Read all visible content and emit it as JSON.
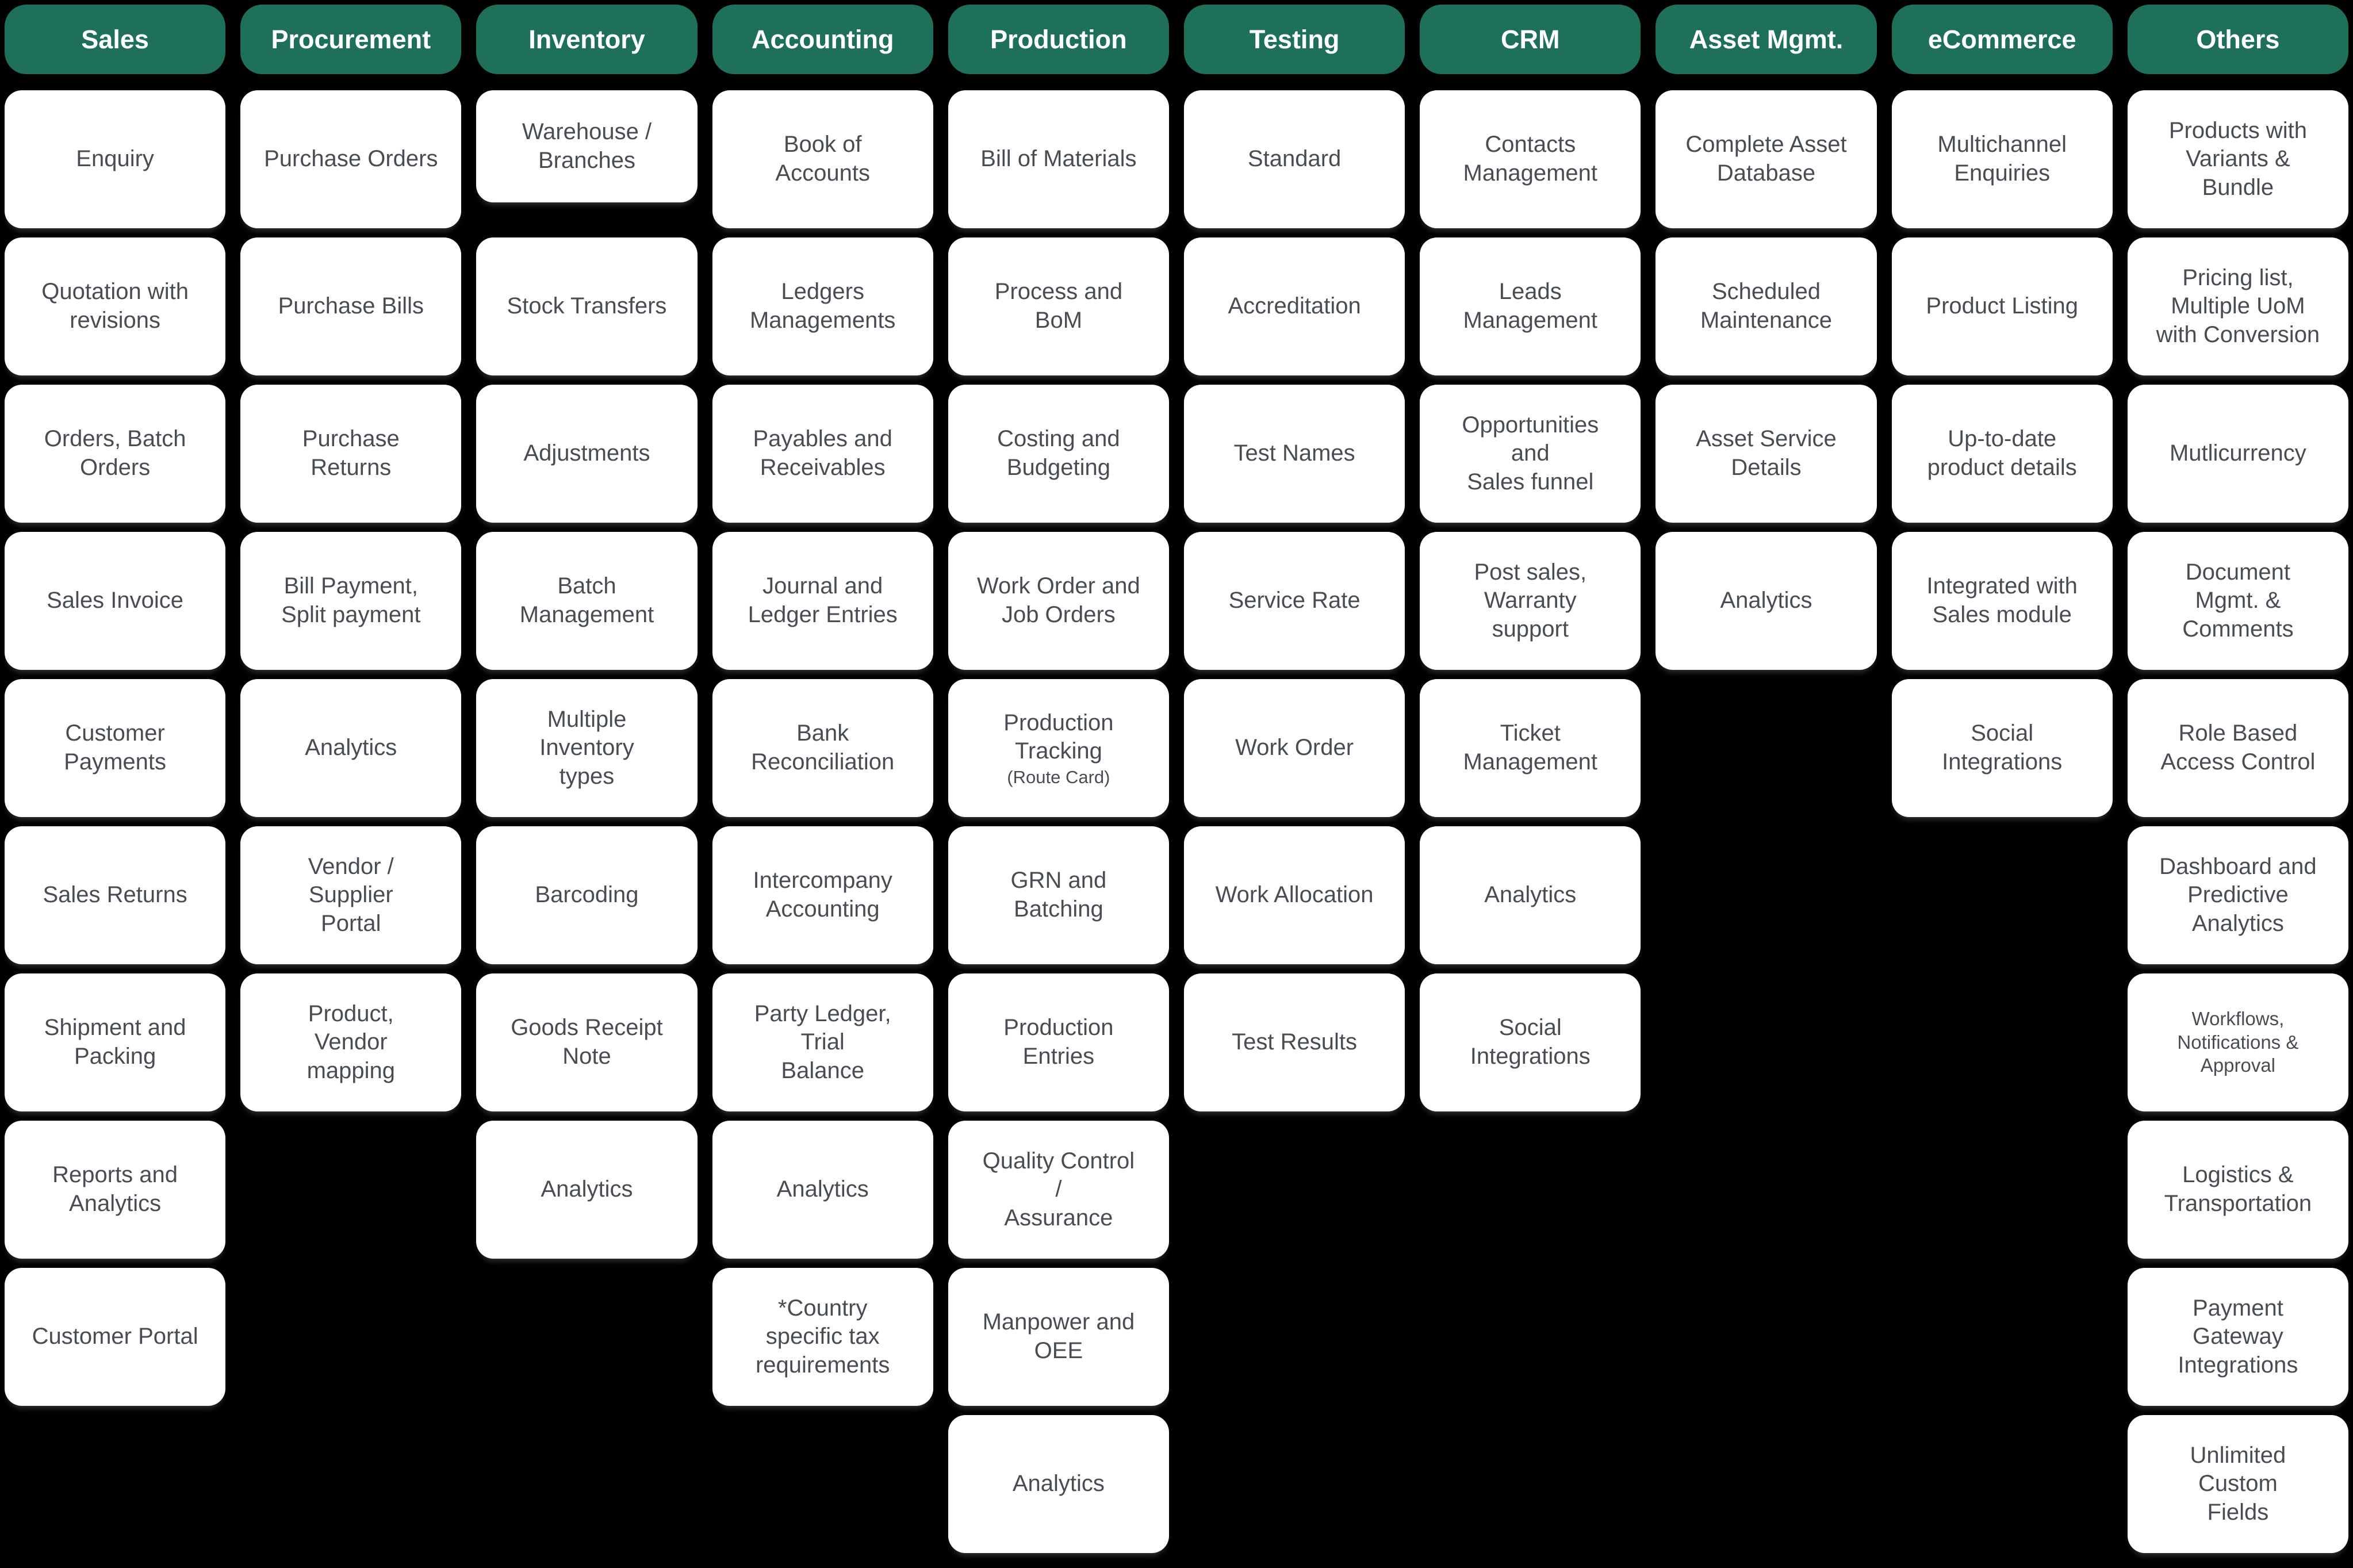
{
  "page": {
    "background_color": "#000000"
  },
  "board": {
    "header_bg_color": "#1e705a",
    "header_text_color": "#ffffff",
    "card_bg_color": "#ffffff",
    "card_text_color": "#484d53",
    "columns": [
      {
        "title": "Sales",
        "items": [
          {
            "label": "Enquiry"
          },
          {
            "label": "Quotation with\nrevisions"
          },
          {
            "label": "Orders, Batch\nOrders"
          },
          {
            "label": "Sales Invoice"
          },
          {
            "label": "Customer\nPayments"
          },
          {
            "label": "Sales Returns"
          },
          {
            "label": "Shipment and\nPacking"
          },
          {
            "label": "Reports and\nAnalytics"
          },
          {
            "label": "Customer Portal"
          }
        ]
      },
      {
        "title": "Procurement",
        "items": [
          {
            "label": "Purchase Orders"
          },
          {
            "label": "Purchase Bills"
          },
          {
            "label": "Purchase\nReturns"
          },
          {
            "label": "Bill Payment,\nSplit payment"
          },
          {
            "label": "Analytics"
          },
          {
            "label": "Vendor /\nSupplier\nPortal"
          },
          {
            "label": "Product,\nVendor\nmapping"
          }
        ]
      },
      {
        "title": "Inventory",
        "items": [
          {
            "label": "Warehouse /\nBranches"
          },
          {
            "label": "Stock Transfers"
          },
          {
            "label": "Adjustments"
          },
          {
            "label": "Batch\nManagement"
          },
          {
            "label": "Multiple\nInventory\ntypes"
          },
          {
            "label": "Barcoding"
          },
          {
            "label": "Goods Receipt\nNote"
          },
          {
            "label": "Analytics"
          }
        ]
      },
      {
        "title": "Accounting",
        "items": [
          {
            "label": "Book of\nAccounts"
          },
          {
            "label": "Ledgers\nManagements"
          },
          {
            "label": "Payables and\nReceivables"
          },
          {
            "label": "Journal and\nLedger Entries"
          },
          {
            "label": "Bank\nReconciliation"
          },
          {
            "label": "Intercompany\nAccounting"
          },
          {
            "label": "Party Ledger,\nTrial\nBalance"
          },
          {
            "label": "Analytics"
          },
          {
            "label": "*Country\nspecific tax\nrequirements"
          }
        ]
      },
      {
        "title": "Production",
        "items": [
          {
            "label": "Bill of Materials"
          },
          {
            "label": "Process and\nBoM"
          },
          {
            "label": "Costing and\nBudgeting"
          },
          {
            "label": "Work Order and\nJob Orders"
          },
          {
            "label": "Production\nTracking",
            "sublabel": "(Route Card)"
          },
          {
            "label": "GRN and\nBatching"
          },
          {
            "label": "Production\nEntries"
          },
          {
            "label": "Quality Control\n/\nAssurance"
          },
          {
            "label": "Manpower and\nOEE"
          },
          {
            "label": "Analytics"
          }
        ]
      },
      {
        "title": "Testing",
        "items": [
          {
            "label": "Standard"
          },
          {
            "label": "Accreditation"
          },
          {
            "label": "Test Names"
          },
          {
            "label": "Service Rate"
          },
          {
            "label": "Work Order"
          },
          {
            "label": "Work Allocation"
          },
          {
            "label": "Test Results"
          }
        ]
      },
      {
        "title": "CRM",
        "items": [
          {
            "label": "Contacts\nManagement"
          },
          {
            "label": "Leads\nManagement"
          },
          {
            "label": "Opportunities\nand\nSales funnel"
          },
          {
            "label": "Post sales,\nWarranty\nsupport"
          },
          {
            "label": "Ticket\nManagement"
          },
          {
            "label": "Analytics"
          },
          {
            "label": "Social\nIntegrations"
          }
        ]
      },
      {
        "title": "Asset Mgmt.",
        "items": [
          {
            "label": "Complete Asset\nDatabase"
          },
          {
            "label": "Scheduled\nMaintenance"
          },
          {
            "label": "Asset Service\nDetails"
          },
          {
            "label": "Analytics"
          }
        ]
      },
      {
        "title": "eCommerce",
        "items": [
          {
            "label": "Multichannel\nEnquiries"
          },
          {
            "label": "Product Listing"
          },
          {
            "label": "Up-to-date\nproduct details"
          },
          {
            "label": "Integrated with\nSales module"
          },
          {
            "label": "Social\nIntegrations"
          }
        ]
      },
      {
        "title": "Others",
        "items": [
          {
            "label": "Products with\nVariants &\nBundle"
          },
          {
            "label": "Pricing list,\nMultiple UoM\nwith Conversion"
          },
          {
            "label": "Mutlicurrency"
          },
          {
            "label": "Document\nMgmt. &\nComments"
          },
          {
            "label": "Role Based\nAccess Control"
          },
          {
            "label": "Dashboard and\nPredictive\nAnalytics"
          },
          {
            "label": "Workflows,\nNotifications &\nApproval"
          },
          {
            "label": "Logistics &\nTransportation"
          },
          {
            "label": "Payment\nGateway\nIntegrations"
          },
          {
            "label": "Unlimited\nCustom\nFields"
          }
        ]
      }
    ]
  }
}
